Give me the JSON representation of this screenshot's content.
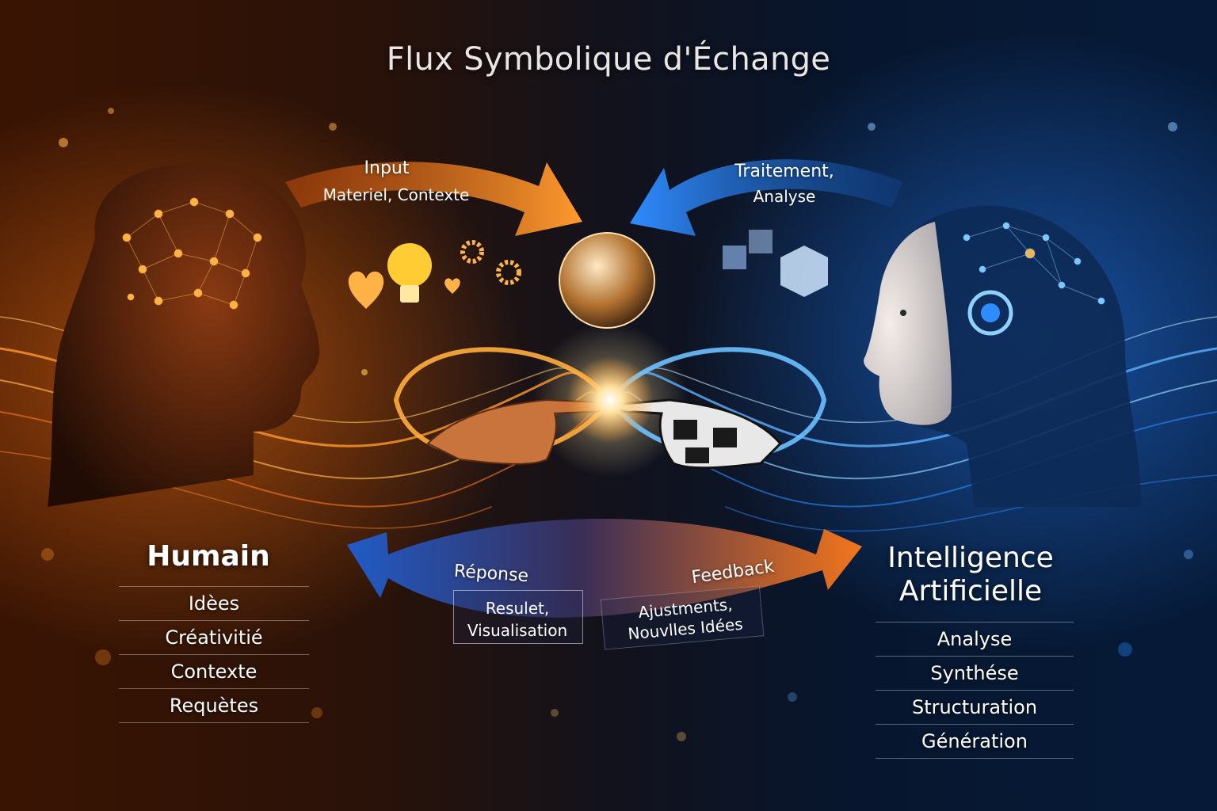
{
  "title": "Flux Symbolique d'Échange",
  "arrows": {
    "top_left": {
      "label": "Input",
      "sub": "Materiel, Contexte"
    },
    "top_right": {
      "label": "Traitement,",
      "sub": "Analyse"
    },
    "bottom_left": {
      "label": "Réponse",
      "sub1": "Resulet,",
      "sub2": "Visualisation"
    },
    "bottom_right": {
      "label": "Feedback",
      "sub1": "Ajustments,",
      "sub2": "Nouvlles Idées"
    }
  },
  "human": {
    "heading": "Humain",
    "items": [
      "Idèes",
      "Créativitié",
      "Contexte",
      "Requètes"
    ]
  },
  "ai": {
    "heading_line1": "Intelligence",
    "heading_line2": "Artificielle",
    "items": [
      "Analyse",
      "Synthése",
      "Structuration",
      "Génération"
    ]
  },
  "colors": {
    "human_accent": "#ff8a1f",
    "ai_accent": "#2f8cff"
  },
  "icons": [
    "brain-network-icon",
    "heart-icon",
    "lightbulb-icon",
    "gear-icon",
    "globe-icon",
    "cube-icon",
    "ai-brain-network-icon"
  ]
}
